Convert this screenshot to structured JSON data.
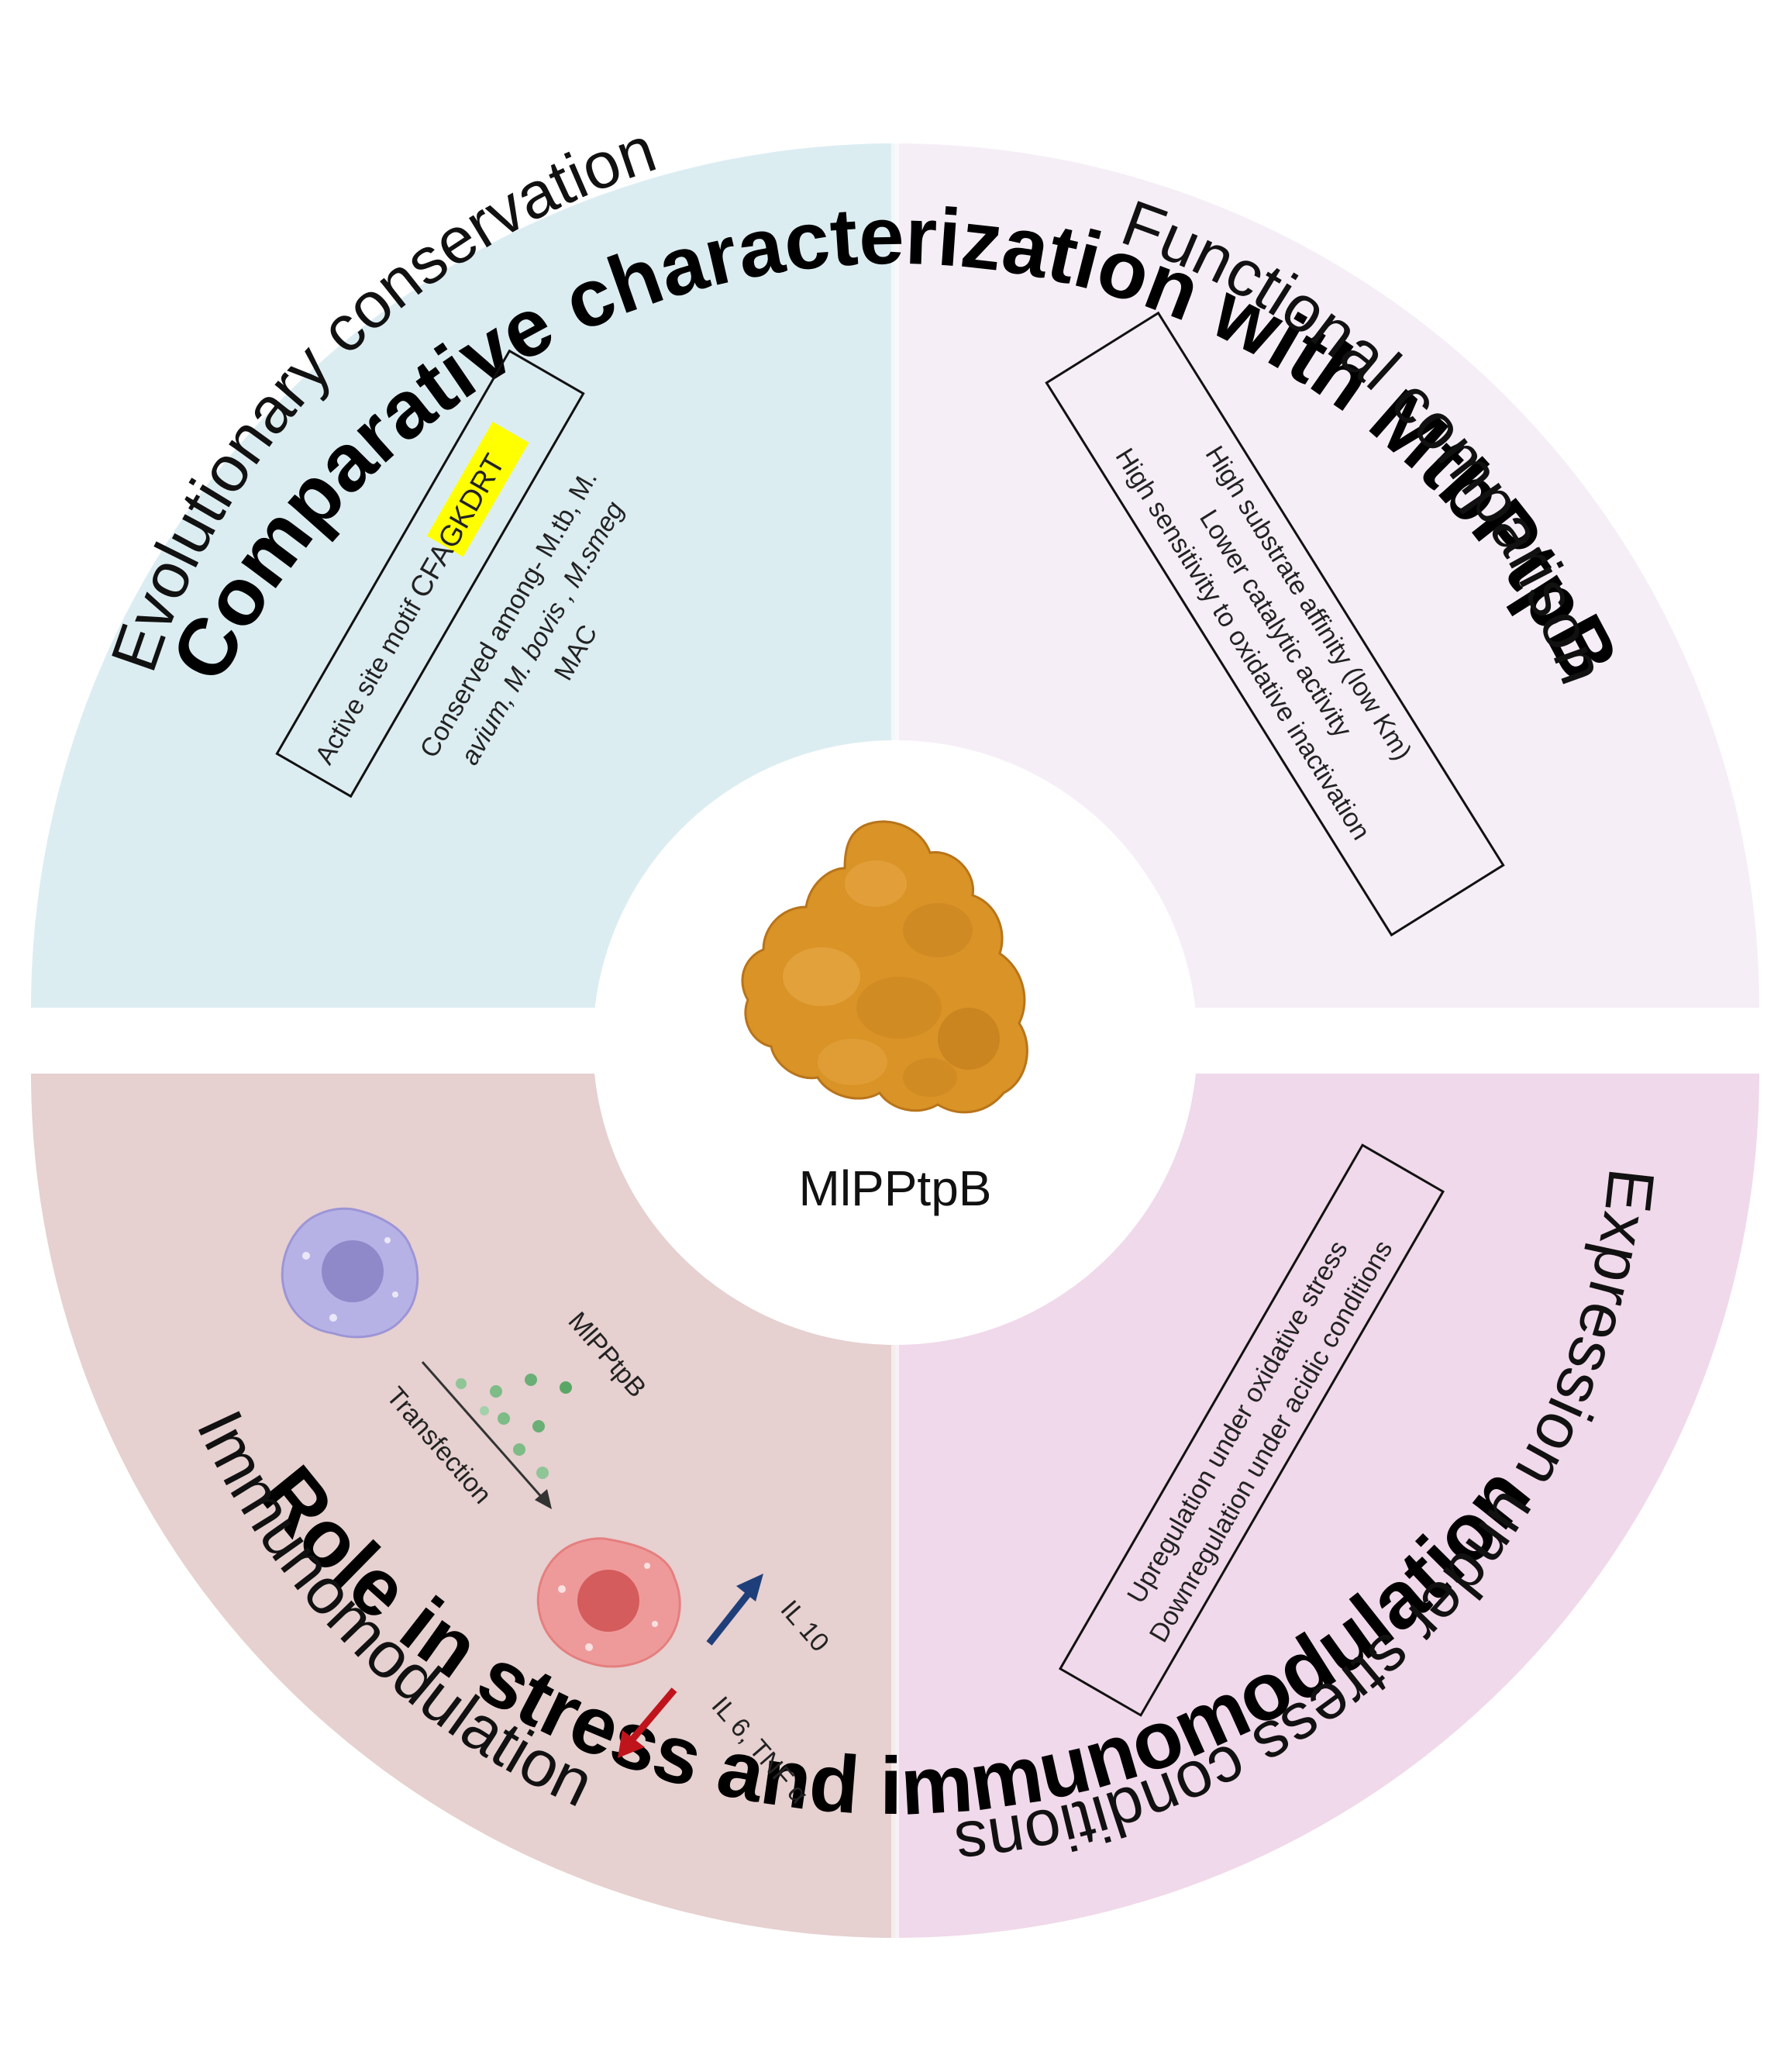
{
  "outer_title_top": "Comparative characterization with MtbPtpB",
  "outer_title_bottom": "Role in stress and immunomodulation",
  "center": {
    "label": "MlPPtpB"
  },
  "colors": {
    "top_left": "#dcedf2",
    "top_right": "#f5eef6",
    "bottom_left": "#e6d0d0",
    "bottom_right": "#f0d9ea",
    "highlight": "#ffff00",
    "protein": "#d99326",
    "arrow_up": "#1f3f7a",
    "arrow_down": "#c0141c"
  },
  "quadrants": {
    "evolutionary": {
      "title": "Evolutionary conservation",
      "motif_prefix": "Active site motif ",
      "motif": "CFAGKDRT",
      "conserved_line1": "Conserved among- M.tb, M.",
      "conserved_line2": "avium, M. bovis , M.smeg",
      "conserved_line3": "MAC"
    },
    "functional": {
      "title": "Functional comparison",
      "line1": "High substrate affinity (low Km)",
      "line2": "Lower catalytic activity",
      "line3": "High sensitivity to oxidative inactivation"
    },
    "expression": {
      "title": "Expression under stress conditions",
      "line1": "Upregulation under oxidative stress",
      "line2": "Downregulation under acidic conditions"
    },
    "immuno": {
      "title": "Immunomodulation",
      "protein_label": "MlPPtpB",
      "transfection": "Transfection",
      "il10": "IL 10",
      "il6_tnf": "IL 6, TNF α"
    }
  }
}
